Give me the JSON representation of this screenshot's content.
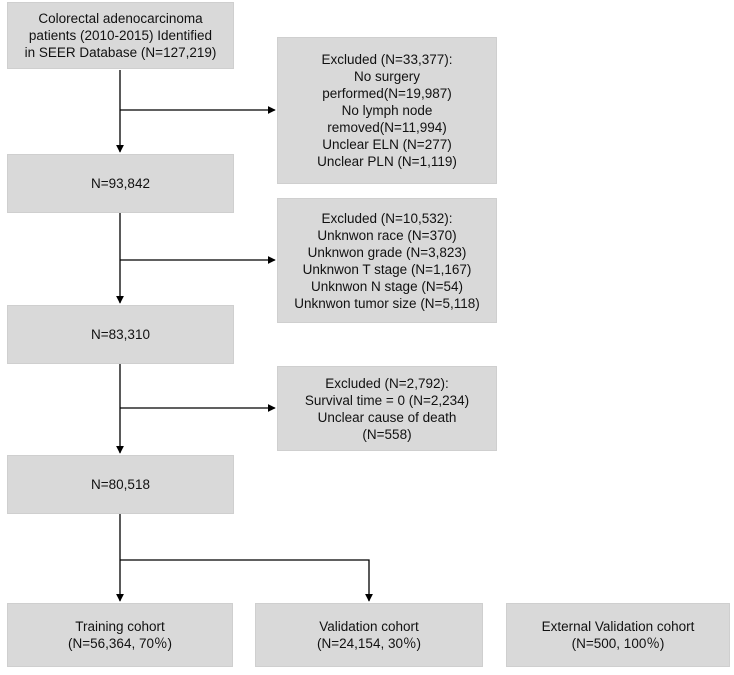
{
  "diagram": {
    "initial": [
      "Colorectal adenocarcinoma",
      "patients (2010-2015) Identified",
      "in SEER Database (N=127,219)"
    ],
    "exclusion1": [
      "Excluded (N=33,377):",
      "No surgery",
      "performed(N=19,987)",
      "No lymph node",
      "removed(N=11,994)",
      "Unclear ELN (N=277)",
      "Unclear PLN (N=1,119)"
    ],
    "step2": "N=93,842",
    "exclusion2": [
      "Excluded (N=10,532):",
      "Unknwon race (N=370)",
      "Unknwon grade (N=3,823)",
      "Unknwon T stage (N=1,167)",
      "Unknwon N stage (N=54)",
      "Unknwon tumor size (N=5,118)"
    ],
    "step3": "N=83,310",
    "exclusion3": [
      "Excluded (N=2,792):",
      "Survival time = 0 (N=2,234)",
      "Unclear cause of death",
      "(N=558)"
    ],
    "step4": "N=80,518",
    "training": [
      "Training cohort",
      "(N=56,364, 70％)"
    ],
    "validation": [
      "Validation cohort",
      "(N=24,154, 30％)"
    ],
    "external": [
      "External Validation cohort",
      "(N=500, 100％)"
    ],
    "colors": {
      "box_fill": "#d9d9d9",
      "line": "#000000",
      "text": "#111111"
    }
  }
}
